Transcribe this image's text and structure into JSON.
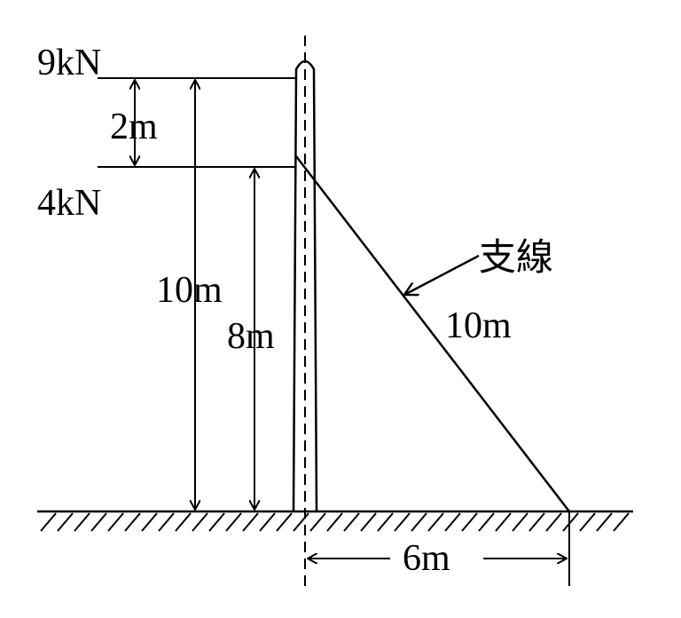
{
  "labels": {
    "force_top": "9kN",
    "force_mid": "4kN",
    "dim_2m": "2m",
    "dim_10m_height": "10m",
    "dim_8m": "8m",
    "guy_wire_label": "支線",
    "guy_wire_length": "10m",
    "dim_6m": "6m"
  },
  "colors": {
    "ink": "#000000",
    "background": "#ffffff"
  }
}
